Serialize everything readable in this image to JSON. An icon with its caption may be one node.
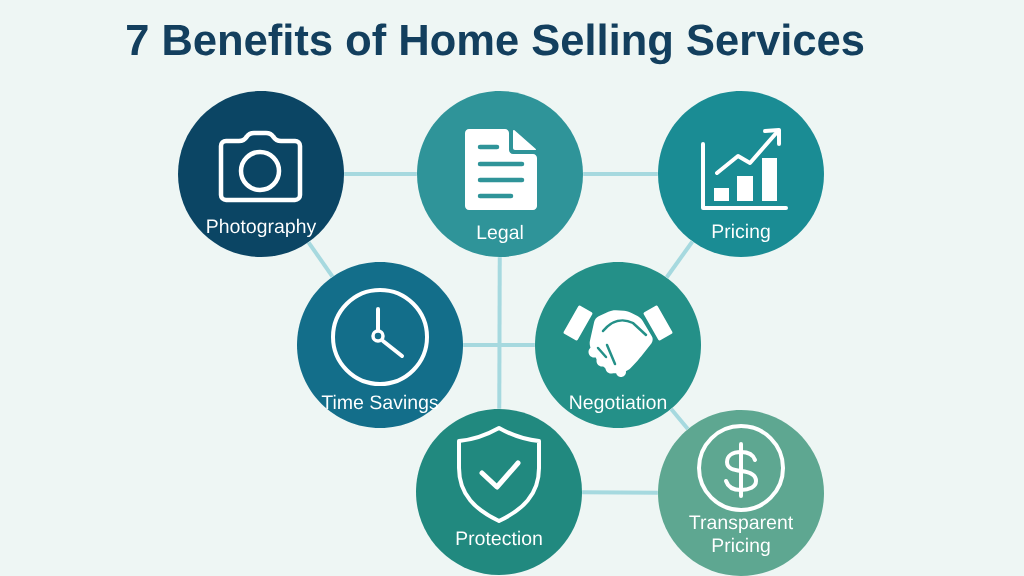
{
  "diagram": {
    "title": "7 Benefits of Home Selling Services",
    "nodes": [
      {
        "text": [
          "Photography"
        ]
      },
      {
        "text": [
          "Legal"
        ]
      },
      {
        "text": [
          "Pricing"
        ]
      },
      {
        "text": [
          "Time Savings"
        ]
      },
      {
        "text": [
          "Negotiation"
        ]
      },
      {
        "text": [
          "Protection"
        ]
      },
      {
        "text": [
          "Transparent Pricing"
        ]
      }
    ],
    "edges": [
      {
        "from": 0,
        "to": 1,
        "arrow": "none"
      },
      {
        "from": 1,
        "to": 2,
        "arrow": "none"
      },
      {
        "from": 0,
        "to": 3,
        "arrow": "none"
      },
      {
        "from": 2,
        "to": 4,
        "arrow": "none"
      },
      {
        "from": 1,
        "to": 5,
        "arrow": "none"
      },
      {
        "from": 3,
        "to": 4,
        "arrow": "none"
      },
      {
        "from": 4,
        "to": 6,
        "arrow": "none"
      },
      {
        "from": 5,
        "to": 6,
        "arrow": "none"
      }
    ]
  }
}
